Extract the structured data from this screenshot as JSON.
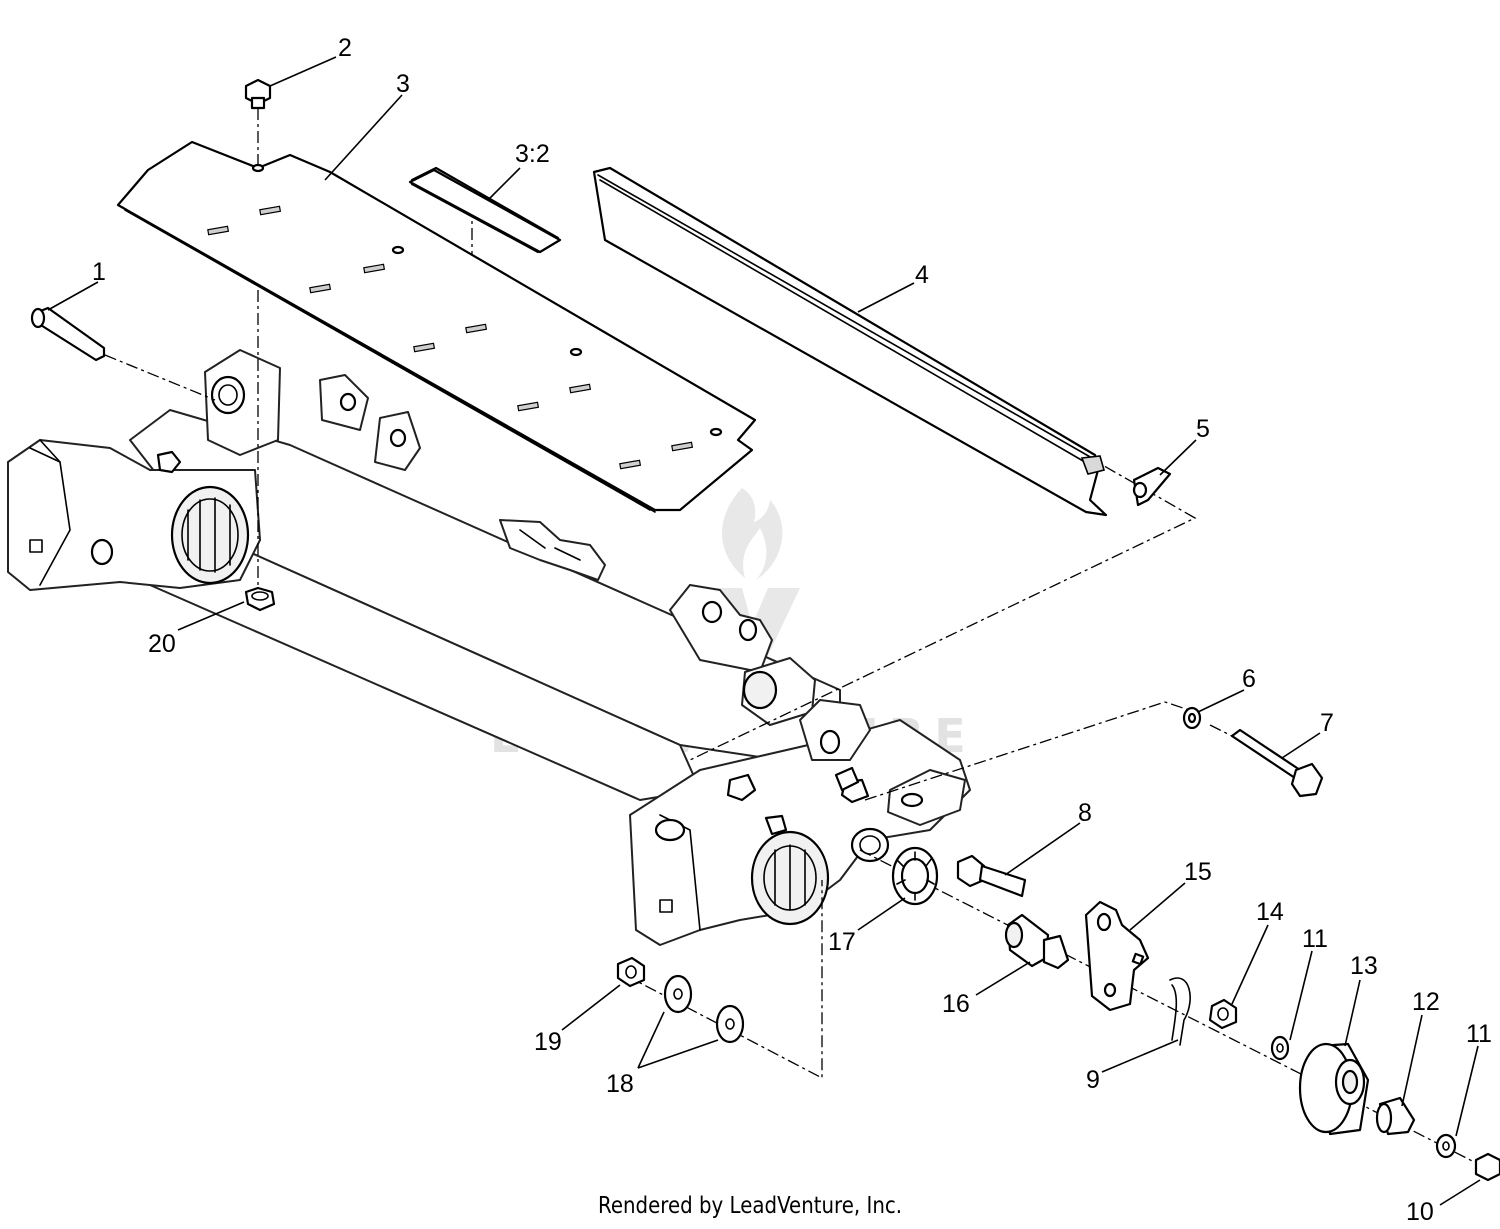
{
  "callouts": [
    {
      "id": "c1",
      "text": "1"
    },
    {
      "id": "c2",
      "text": "2"
    },
    {
      "id": "c3",
      "text": "3"
    },
    {
      "id": "c3_2",
      "text": "3:2"
    },
    {
      "id": "c4",
      "text": "4"
    },
    {
      "id": "c5",
      "text": "5"
    },
    {
      "id": "c6",
      "text": "6"
    },
    {
      "id": "c7",
      "text": "7"
    },
    {
      "id": "c8",
      "text": "8"
    },
    {
      "id": "c9",
      "text": "9"
    },
    {
      "id": "c10",
      "text": "10"
    },
    {
      "id": "c11a",
      "text": "11"
    },
    {
      "id": "c11b",
      "text": "11"
    },
    {
      "id": "c12",
      "text": "12"
    },
    {
      "id": "c13",
      "text": "13"
    },
    {
      "id": "c14",
      "text": "14"
    },
    {
      "id": "c15",
      "text": "15"
    },
    {
      "id": "c16",
      "text": "16"
    },
    {
      "id": "c17",
      "text": "17"
    },
    {
      "id": "c18",
      "text": "18"
    },
    {
      "id": "c19",
      "text": "19"
    },
    {
      "id": "c20",
      "text": "20"
    }
  ],
  "watermark": {
    "text": "LEADVENTURE"
  },
  "footer": {
    "credit": "Rendered by LeadVenture, Inc."
  },
  "colors": {
    "line": "#000000",
    "watermark": "#e2e2e2",
    "background": "#ffffff"
  }
}
